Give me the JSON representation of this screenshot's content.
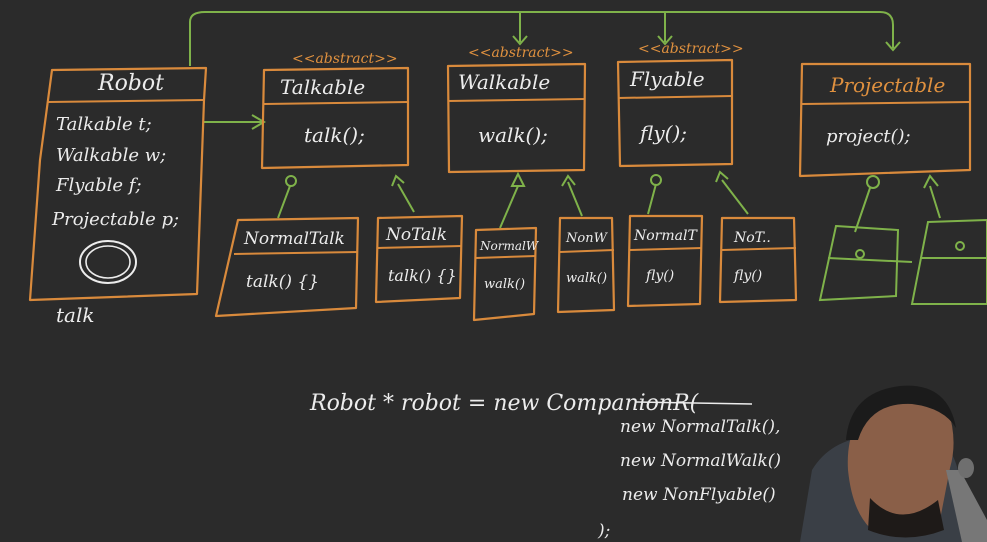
{
  "stereotype": "<<abstract>>",
  "robot": {
    "title": "Robot",
    "fields": [
      "Talkable t;",
      "Walkable w;",
      "Flyable f;",
      "Projectable p;"
    ],
    "note": "talk"
  },
  "talkable": {
    "title": "Talkable",
    "method": "talk();"
  },
  "walkable": {
    "title": "Walkable",
    "method": "walk();"
  },
  "flyable": {
    "title": "Flyable",
    "method": "fly();"
  },
  "projectable": {
    "title": "Projectable",
    "method": "project();"
  },
  "normal_talk": {
    "title": "NormalTalk",
    "method": "talk() {}"
  },
  "no_talk": {
    "title": "NoTalk",
    "method": "talk() {}"
  },
  "normal_walk": {
    "title": "NormalW",
    "method": "walk()"
  },
  "non_walk": {
    "title": "NonW",
    "method": "walk()"
  },
  "normal_fly": {
    "title": "NormalT",
    "method": "fly()"
  },
  "no_fly": {
    "title": "NoT..",
    "method": "fly()"
  },
  "code": [
    "Robot * robot  =  new  CompanionR(",
    "new  NormalTalk(),",
    "new  NormalWalk()",
    "new  NonFlyable()",
    ");"
  ],
  "colors": {
    "board": "#2b2b2b",
    "chalk": "#ececec",
    "boxes": "#d98a3c",
    "arrows": "#7fb24a"
  }
}
